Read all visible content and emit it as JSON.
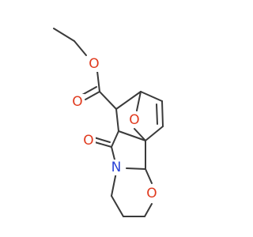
{
  "molecule": {
    "atoms": {
      "ester_o_single": {
        "symbol": "O",
        "color": "#e03a1e"
      },
      "ester_o_double": {
        "symbol": "O",
        "color": "#e03a1e"
      },
      "bridge_o": {
        "symbol": "O",
        "color": "#e03a1e"
      },
      "lactam_o": {
        "symbol": "O",
        "color": "#e03a1e"
      },
      "amide_n": {
        "symbol": "N",
        "color": "#2a43d6"
      },
      "ring_o": {
        "symbol": "O",
        "color": "#e03a1e"
      }
    },
    "bond_color": "#3a3a3a"
  }
}
